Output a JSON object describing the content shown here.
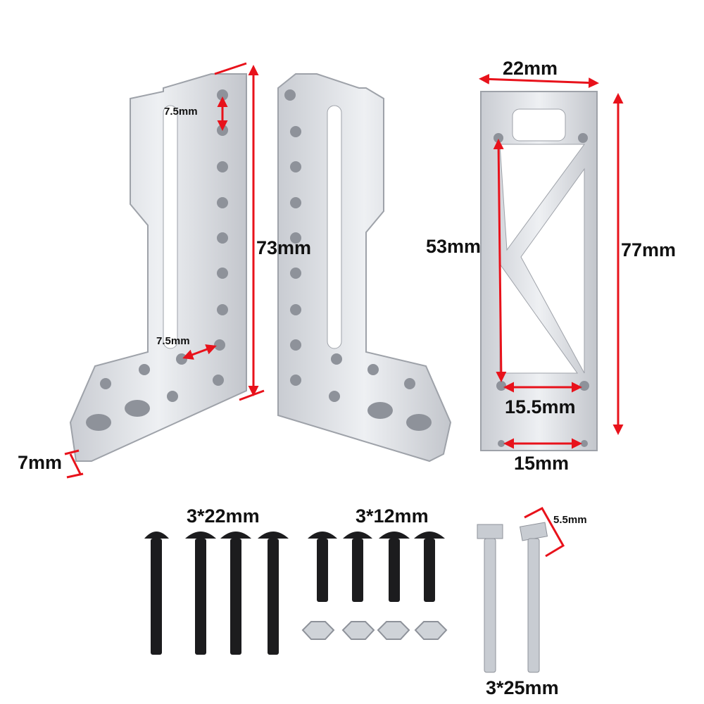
{
  "dimensions": {
    "hole_spacing_top": "7.5mm",
    "hole_spacing_lower": "7.5mm",
    "bracket_height": "73mm",
    "bracket_thickness": "7mm",
    "frame_width": "22mm",
    "frame_hole_span": "53mm",
    "frame_height": "77mm",
    "frame_inner_width": "15.5mm",
    "frame_bottom_width": "15mm"
  },
  "hardware": {
    "long_screws": "3*22mm",
    "short_screws": "3*12mm",
    "hex_bolts": "3*25mm",
    "hex_head": "5.5mm"
  },
  "colors": {
    "annotation": "#e8121b",
    "metal": "#d6d9de",
    "screw": "#1c1c1e"
  }
}
